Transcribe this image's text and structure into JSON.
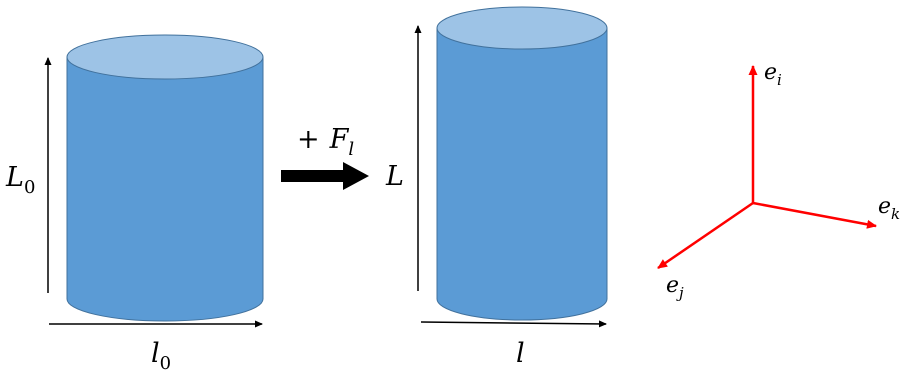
{
  "colors": {
    "cylinder_body": "#5b9bd5",
    "cylinder_top": "#9dc3e6",
    "cylinder_outline": "#41719c",
    "dimension_arrow": "#000000",
    "force_arrow": "#000000",
    "basis_vectors": "#ff0000"
  },
  "initial_cylinder": {
    "height_symbol": "L",
    "height_subscript": "0",
    "width_symbol": "l",
    "width_subscript": "0"
  },
  "force": {
    "sign": "+",
    "symbol": "F",
    "subscript": "l"
  },
  "deformed_cylinder": {
    "height_symbol": "L",
    "width_symbol": "l"
  },
  "basis": {
    "i": {
      "symbol": "e",
      "subscript": "i"
    },
    "j": {
      "symbol": "e",
      "subscript": "j"
    },
    "k": {
      "symbol": "e",
      "subscript": "k"
    }
  }
}
